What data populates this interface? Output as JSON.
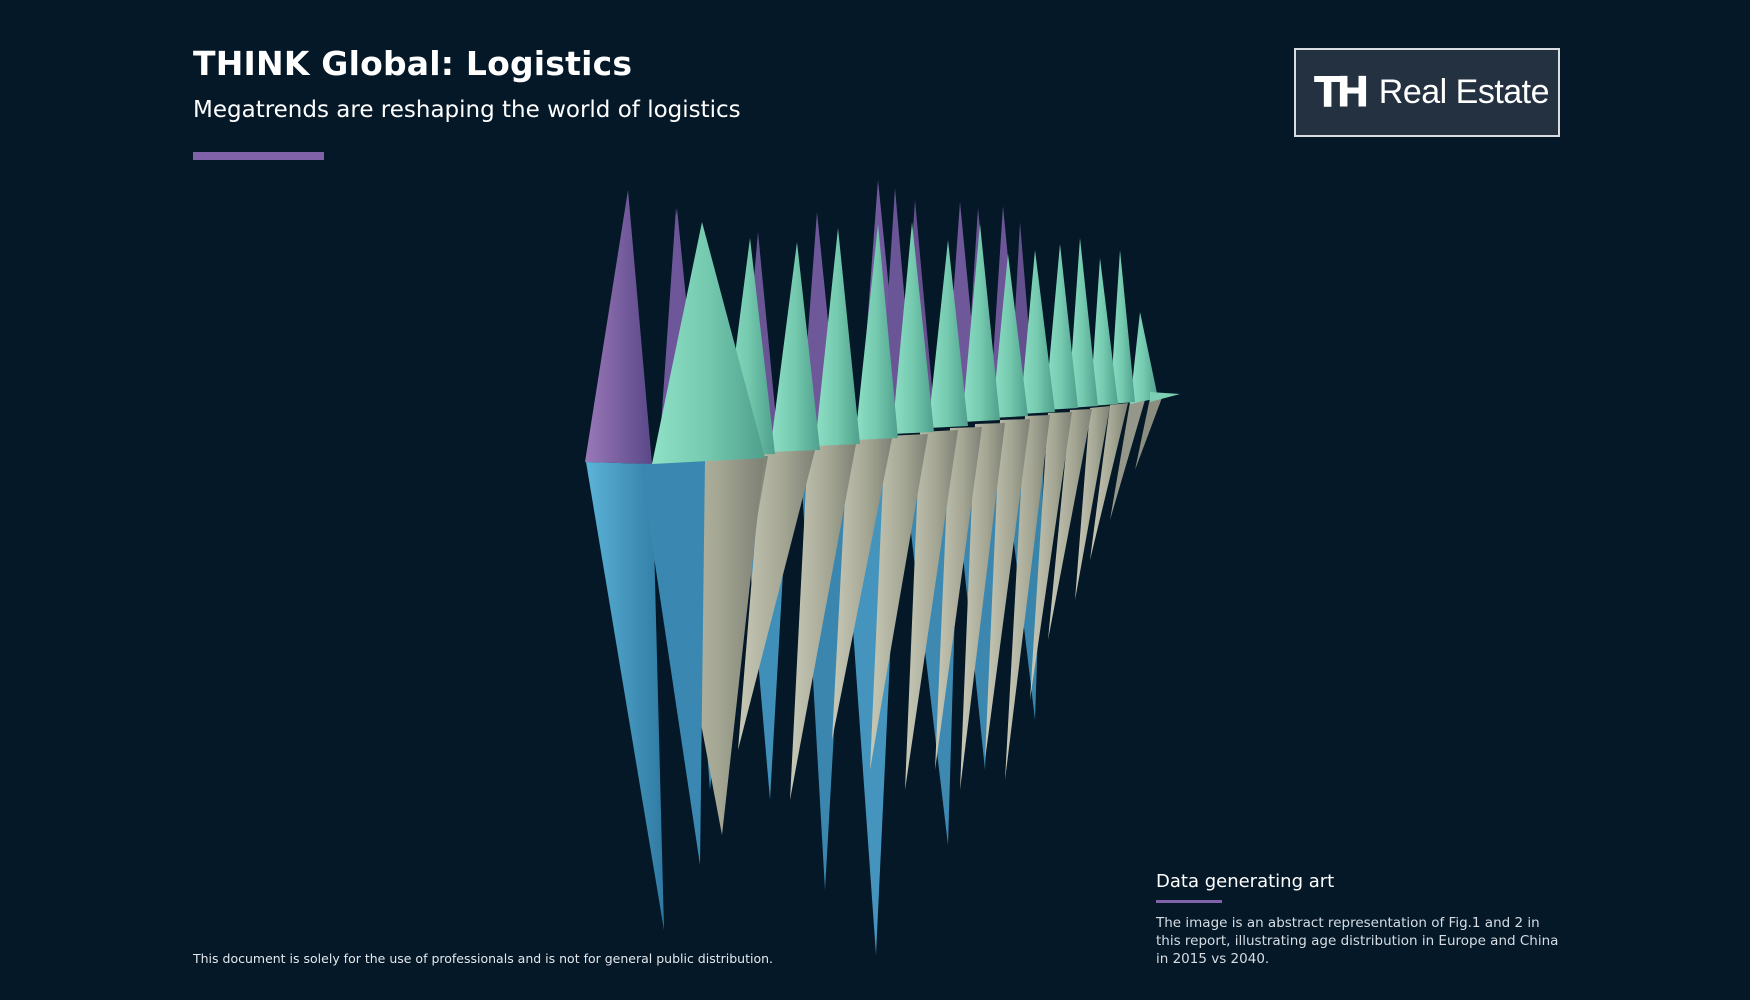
{
  "header": {
    "title": "THINK Global: Logistics",
    "subtitle": "Megatrends are reshaping the world of logistics"
  },
  "logo": {
    "mark": "TH",
    "text": "Real Estate"
  },
  "caption": {
    "title": "Data generating art",
    "body": "The image is an abstract representation of Fig.1 and 2 in this report, illustrating age distribution in Europe and China in 2015 vs 2040."
  },
  "footer": {
    "disclaimer": "This document is solely for the use of professionals and is not for general public distribution."
  },
  "colors": {
    "background": "#041828",
    "accent": "#8062a8",
    "teal": "#6ec9ad",
    "blue": "#4596bd",
    "beige": "#a8aa98"
  }
}
